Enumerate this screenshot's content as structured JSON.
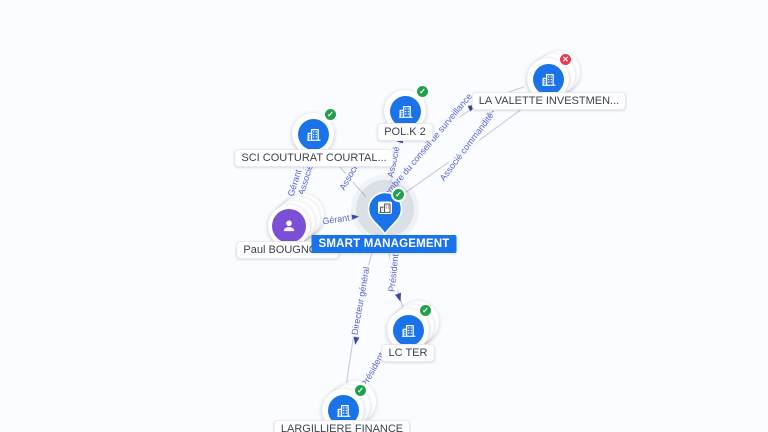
{
  "app": {
    "view": "company-relations-graph",
    "background": "#fafcff"
  },
  "colors": {
    "brand_blue": "#1a73e8",
    "person_purple": "#7b4fd6",
    "active_green": "#22a04b",
    "closed_red": "#e63950",
    "edge_line": "#c6ccd8",
    "edge_label_text": "#5a64c8",
    "selected_label_bg": "#1a73e8"
  },
  "icons": {
    "company": "building-icon",
    "person": "user-icon",
    "active_badge": "check",
    "closed_badge": "cross",
    "check_glyph": "✓",
    "cross_glyph": "✕"
  },
  "nodes": {
    "sci": {
      "label": "SCI COUTURAT COURTAL...",
      "type": "company",
      "status": "active"
    },
    "polk2": {
      "label": "POL.K 2",
      "type": "company",
      "status": "active"
    },
    "valette": {
      "label": "LA VALETTE INVESTMEN...",
      "type": "company",
      "status": "closed"
    },
    "paul": {
      "label": "Paul BOUGNOUX",
      "type": "person",
      "status": "none"
    },
    "smart": {
      "label": "SMART MANAGEMENT",
      "type": "company",
      "status": "active",
      "selected": true
    },
    "lcter": {
      "label": "LC TER",
      "type": "company",
      "status": "active"
    },
    "largilliere": {
      "label": "LARGILLIERE FINANCE",
      "type": "company",
      "status": "active"
    }
  },
  "edges": [
    {
      "from": "Paul BOUGNOUX",
      "to": "SMART MANAGEMENT",
      "label": "Gérant"
    },
    {
      "from": "Paul BOUGNOUX",
      "to": "SCI COUTURAT COURTAL...",
      "label": "Gérant"
    },
    {
      "from": "Paul BOUGNOUX",
      "to": "SCI COUTURAT COURTAL...",
      "label": "Associé"
    },
    {
      "from": "SMART MANAGEMENT",
      "to": "SCI COUTURAT COURTAL...",
      "label": "Associé"
    },
    {
      "from": "SMART MANAGEMENT",
      "to": "POL.K 2",
      "label": "Associé"
    },
    {
      "from": "SMART MANAGEMENT",
      "to": "LA VALETTE INVESTMEN...",
      "label": "Membre du conseil de surveillance"
    },
    {
      "from": "SMART MANAGEMENT",
      "to": "LA VALETTE INVESTMEN...",
      "label": "Associé commandité"
    },
    {
      "from": "SMART MANAGEMENT",
      "to": "LC TER",
      "label": "Président"
    },
    {
      "from": "SMART MANAGEMENT",
      "to": "LARGILLIERE FINANCE",
      "label": "Directeur général"
    },
    {
      "from": "LC TER",
      "to": "LARGILLIERE FINANCE",
      "label": "Président"
    }
  ]
}
